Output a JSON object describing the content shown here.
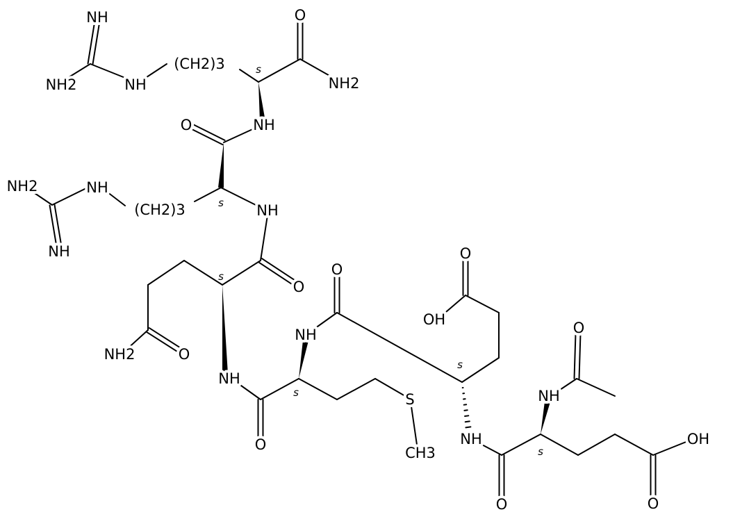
{
  "molecule": {
    "atom_labels": [
      "NH",
      "NH2",
      "NH",
      "(CH2)3",
      "O",
      "NH2",
      "NH",
      "O",
      "(CH2)3",
      "NH",
      "NH2",
      "NH",
      "NH",
      "O",
      "NH2",
      "O",
      "NH",
      "O",
      "NH",
      "O",
      "OH",
      "O",
      "S",
      "CH3",
      "NH",
      "O",
      "NH",
      "O",
      "OH",
      "O"
    ],
    "stereo_labels": [
      "s",
      "s",
      "s",
      "s",
      "s",
      "s"
    ]
  }
}
